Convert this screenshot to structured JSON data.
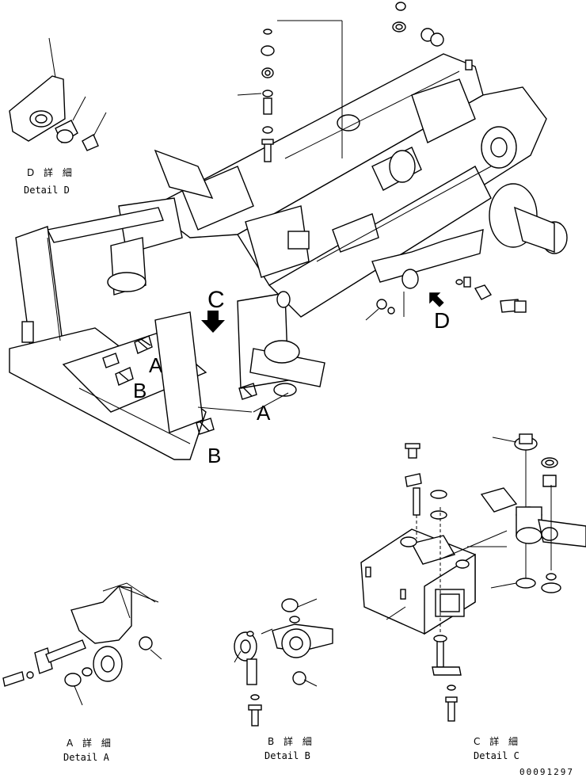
{
  "callouts": {
    "A": "A",
    "B": "B",
    "C": "C",
    "D": "D"
  },
  "details": {
    "d": {
      "jp": "D 詳 細",
      "en": "Detail D"
    },
    "a": {
      "jp": "A 詳 細",
      "en": "Detail A"
    },
    "b": {
      "jp": "B 詳 細",
      "en": "Detail B"
    },
    "c": {
      "jp": "C 詳 細",
      "en": "Detail C"
    }
  },
  "drawing_code": "00091297"
}
